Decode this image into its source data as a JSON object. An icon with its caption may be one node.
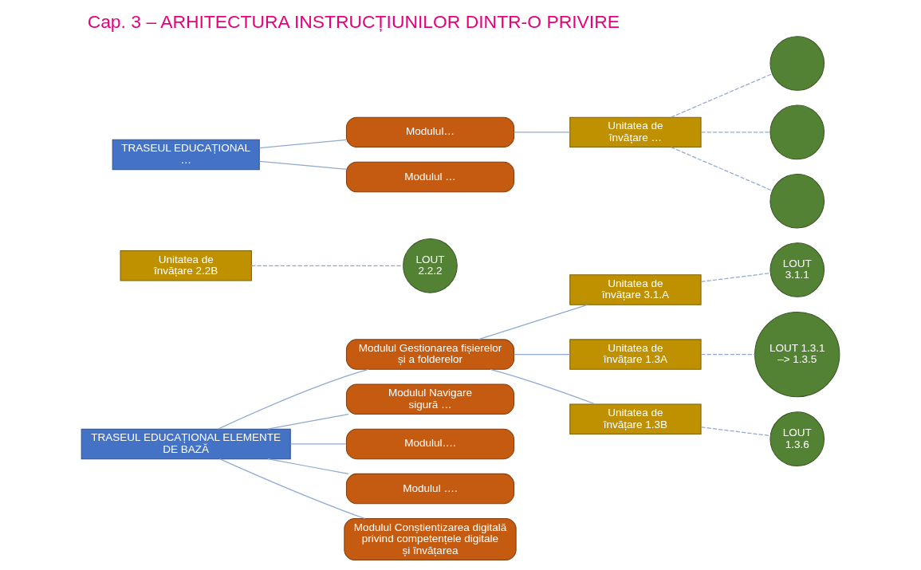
{
  "diagram": {
    "title": "Cap. 3 – ARHITECTURA INSTRUCȚIUNILOR DINTR-O PRIVIRE",
    "nodes": [
      {
        "text": [
          "TRASEUL EDUCAȚIONAL ELEMENTE DE BAZĂ"
        ]
      },
      {
        "text": [
          "Modulul Gestionarea fișierelor și a folderelor"
        ]
      },
      {
        "text": [
          "Modulul Navigare sigură …"
        ]
      },
      {
        "text": [
          "Modulul…."
        ]
      },
      {
        "text": [
          "Modulul …."
        ]
      },
      {
        "text": [
          "Modulul Conștientizarea digitală privind competențele digitale și învățarea"
        ]
      },
      {
        "text": [
          "Unitatea de învățare 3.1.A"
        ]
      },
      {
        "text": [
          "LOUT 3.1.1"
        ]
      },
      {
        "text": [
          "Unitatea de învățare 1.3A"
        ]
      },
      {
        "text": [
          "LOUT 1.3.1 –> 1.3.5"
        ]
      },
      {
        "text": [
          "Unitatea de învățare 1.3B"
        ]
      },
      {
        "text": [
          "LOUT 1.3.6"
        ]
      },
      {
        "text": [
          "Unitatea de învățare 2.2B"
        ]
      },
      {
        "text": [
          "LOUT 2.2.2"
        ]
      },
      {
        "text": [
          "TRASEUL EDUCAȚIONAL …"
        ]
      },
      {
        "text": [
          "Modulul…"
        ]
      },
      {
        "text": [
          "Modulul …"
        ]
      },
      {
        "text": [
          "Unitatea de învățare …"
        ]
      },
      {
        "text": [],
        "shape": "circle"
      },
      {
        "text": [],
        "shape": "circle"
      },
      {
        "text": [],
        "shape": "circle"
      }
    ],
    "edges": [
      {
        "from": 0,
        "to": 1,
        "arrow": "none"
      },
      {
        "from": 0,
        "to": 2,
        "arrow": "none"
      },
      {
        "from": 0,
        "to": 3,
        "arrow": "none"
      },
      {
        "from": 0,
        "to": 4,
        "arrow": "none"
      },
      {
        "from": 0,
        "to": 5,
        "arrow": "none"
      },
      {
        "from": 1,
        "to": 6,
        "arrow": "none"
      },
      {
        "from": 1,
        "to": 8,
        "arrow": "none"
      },
      {
        "from": 1,
        "to": 10,
        "arrow": "none"
      },
      {
        "from": 6,
        "to": 7,
        "arrow": "none",
        "style": "dashed"
      },
      {
        "from": 8,
        "to": 9,
        "arrow": "none",
        "style": "dashed"
      },
      {
        "from": 10,
        "to": 11,
        "arrow": "none",
        "style": "dashed"
      },
      {
        "from": 12,
        "to": 13,
        "arrow": "none",
        "style": "dashed"
      },
      {
        "from": 14,
        "to": 15,
        "arrow": "none"
      },
      {
        "from": 14,
        "to": 16,
        "arrow": "none"
      },
      {
        "from": 15,
        "to": 17,
        "arrow": "none"
      },
      {
        "from": 17,
        "to": 18,
        "arrow": "none",
        "style": "dashed"
      },
      {
        "from": 17,
        "to": 19,
        "arrow": "none",
        "style": "dashed"
      },
      {
        "from": 17,
        "to": 20,
        "arrow": "none",
        "style": "dashed"
      }
    ]
  }
}
